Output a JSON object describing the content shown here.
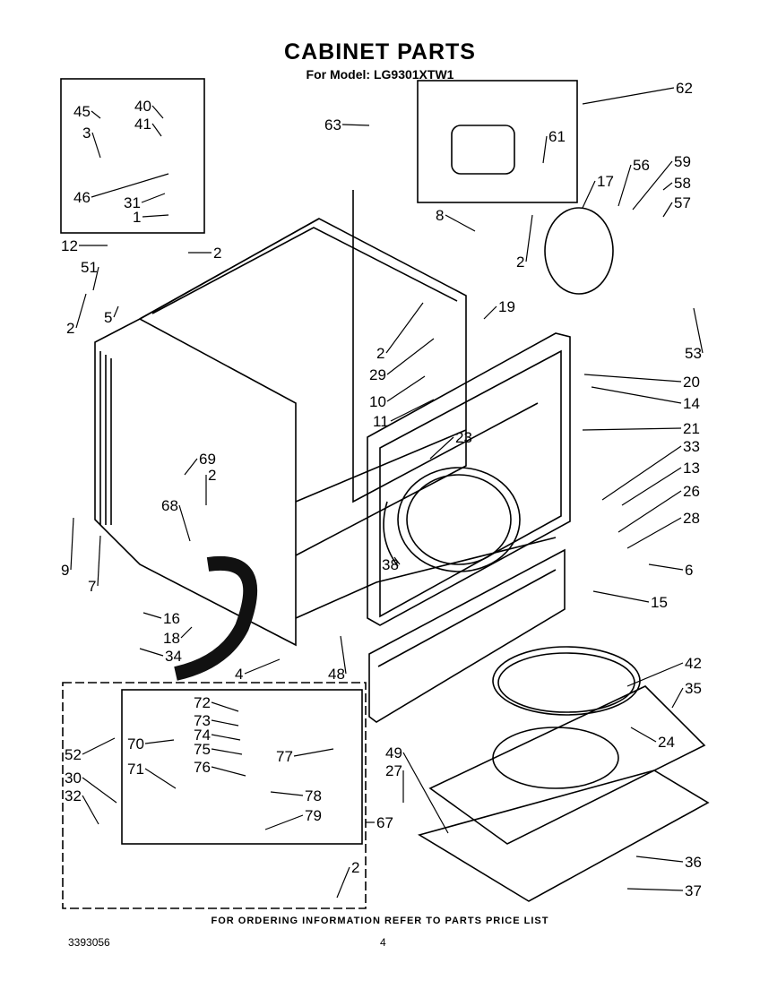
{
  "header": {
    "title": "CABINET PARTS",
    "subtitle": "For Model: LG9301XTW1"
  },
  "footer": {
    "ordering_note": "FOR ORDERING INFORMATION REFER TO PARTS PRICE LIST",
    "doc_number": "3393056",
    "page_number": "4"
  },
  "callouts": {
    "c45": "45",
    "c40": "40",
    "c41": "41",
    "c3": "3",
    "c46": "46",
    "c31": "31",
    "c1": "1",
    "c12": "12",
    "c2a": "2",
    "c51": "51",
    "c2b": "2",
    "c5": "5",
    "c63": "63",
    "c62": "62",
    "c61": "61",
    "c8": "8",
    "c2c": "2",
    "c17": "17",
    "c56": "56",
    "c59": "59",
    "c58": "58",
    "c57": "57",
    "c53": "53",
    "c19": "19",
    "c2d": "2",
    "c29": "29",
    "c10": "10",
    "c11": "11",
    "c20": "20",
    "c14": "14",
    "c21": "21",
    "c23": "23",
    "c33": "33",
    "c13": "13",
    "c26": "26",
    "c28": "28",
    "c6": "6",
    "c15": "15",
    "c69": "69",
    "c2e": "2",
    "c68": "68",
    "c9": "9",
    "c7": "7",
    "c38": "38",
    "c16": "16",
    "c18": "18",
    "c34": "34",
    "c4": "4",
    "c48": "48",
    "c42": "42",
    "c35": "35",
    "c24": "24",
    "c72": "72",
    "c73": "73",
    "c74": "74",
    "c75": "75",
    "c76": "76",
    "c70": "70",
    "c71": "71",
    "c77": "77",
    "c78": "78",
    "c79": "79",
    "c52": "52",
    "c30": "30",
    "c32": "32",
    "c67": "67",
    "c49": "49",
    "c27": "27",
    "c36": "36",
    "c37": "37",
    "c2f": "2"
  }
}
